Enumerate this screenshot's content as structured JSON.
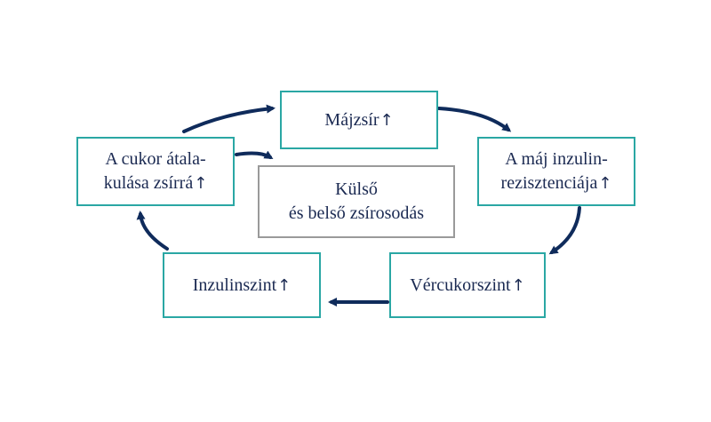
{
  "diagram": {
    "colors": {
      "box_border": "#2aa7a4",
      "center_border": "#9a9a9a",
      "arrow": "#0f2b5b",
      "text": "#1b2a52"
    },
    "nodes": {
      "liver_fat": {
        "text": "Májzsír",
        "indicator": "↑"
      },
      "liver_insulin_resistance": {
        "line1": "A máj inzulin-",
        "line2": "rezisztenciája",
        "indicator": "↑"
      },
      "blood_sugar": {
        "text": "Vércukorszint",
        "indicator": "↑"
      },
      "insulin_level": {
        "text": "Inzulinszint",
        "indicator": "↑"
      },
      "sugar_to_fat": {
        "line1": "A cukor átala-",
        "line2": "kulása zsírrá",
        "indicator": "↑"
      },
      "obesity": {
        "line1": "Külső",
        "line2": "és belső zsírosodás"
      }
    }
  }
}
